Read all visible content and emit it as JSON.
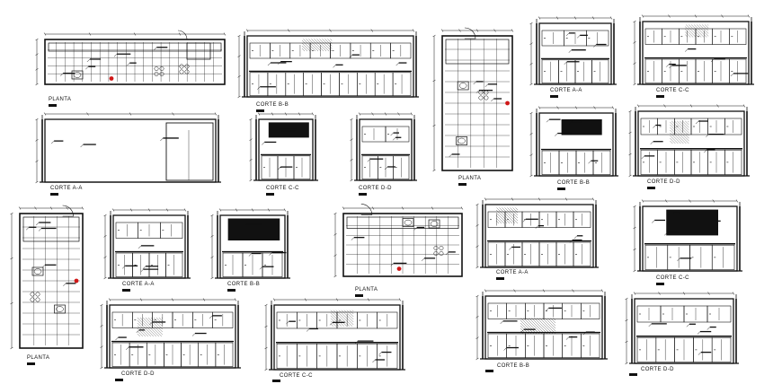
{
  "drawing": {
    "line_color": "#111111",
    "fill_color": "#111111",
    "marker_color": "#d01818",
    "background": "#ffffff"
  },
  "labels": {
    "planta_1": "PLANTA",
    "corte_bb_1": "CORTE B-B",
    "corte_aa_1": "CORTE A-A",
    "corte_cc_1": "CORTE C-C",
    "corte_dd_1": "CORTE D-D",
    "planta_2": "PLANTA",
    "corte_aa_2": "CORTE A-A",
    "corte_cc_2": "CORTE C-C",
    "corte_bb_2": "CORTE B-B",
    "corte_dd_2": "CORTE D-D",
    "planta_3": "PLANTA",
    "corte_aa_3": "CORTE A-A",
    "corte_bb_3": "CORTE B-B",
    "planta_4": "PLANTA",
    "corte_aa_4": "CORTE A-A",
    "corte_cc_3": "CORTE C-C",
    "corte_dd_3": "CORTE D-D",
    "corte_cc_4": "CORTE C-C",
    "corte_bb_4": "CORTE B-B",
    "corte_dd_4": "CORTE D-D"
  }
}
